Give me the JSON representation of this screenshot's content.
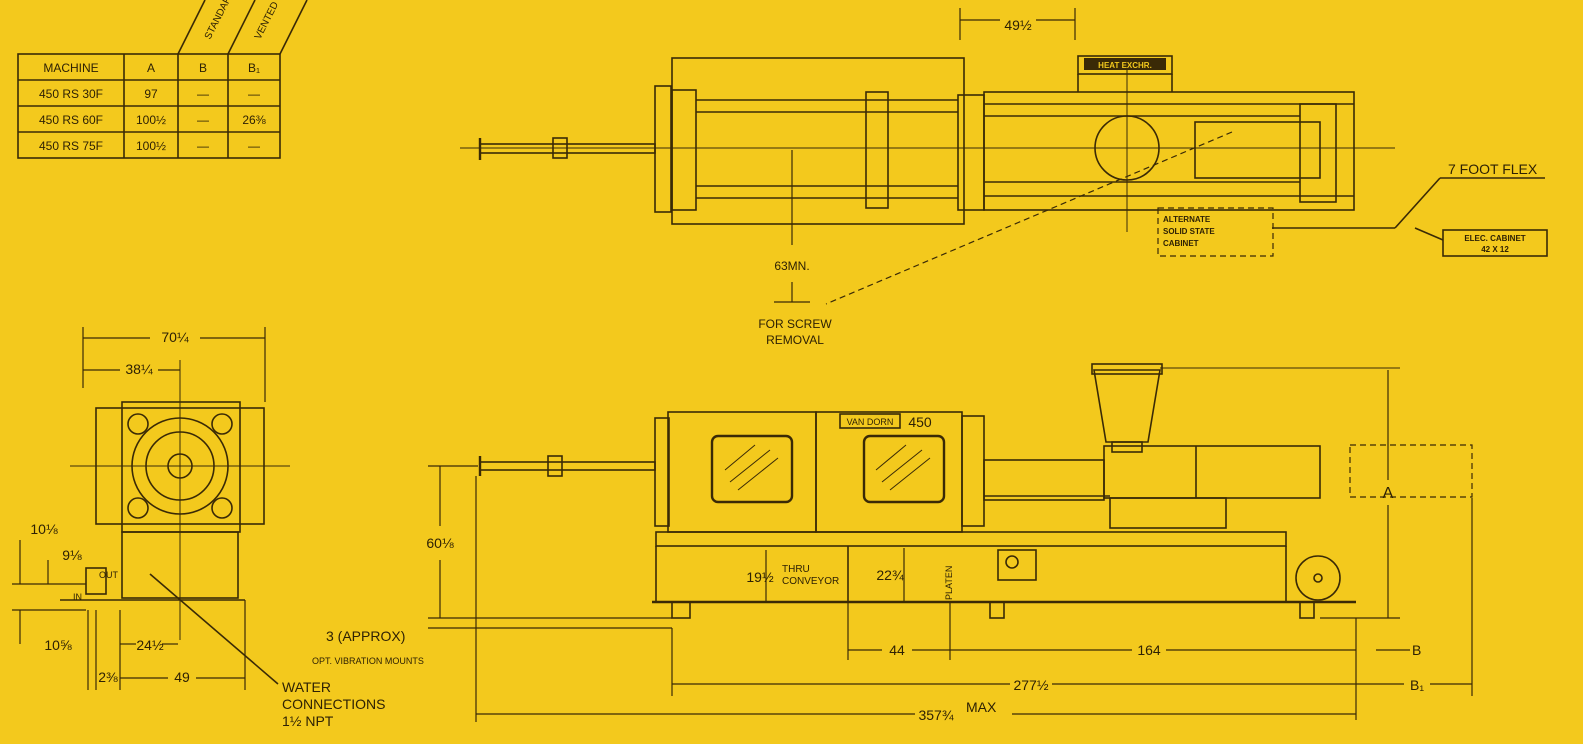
{
  "table": {
    "col_headers": [
      "MACHINE",
      "A",
      "B",
      "B₁"
    ],
    "diag_labels": [
      "STANDARD",
      "VENTED"
    ],
    "rows": [
      [
        "450 RS 30F",
        "97",
        "—",
        "—"
      ],
      [
        "450 RS 60F",
        "100½",
        "—",
        "26⅜"
      ],
      [
        "450 RS 75F",
        "100½",
        "—",
        "—"
      ]
    ]
  },
  "top_view": {
    "dim_49": "49½",
    "heat_exchanger": "HEAT EXCHR.",
    "flex": "7 FOOT FLEX",
    "elec_cabinet": "ELEC. CABINET",
    "elec_size": "42 X 12",
    "alt_cabinet": [
      "ALTERNATE",
      "SOLID STATE",
      "CABINET"
    ],
    "min_63": "63MN.",
    "screw_removal": [
      "FOR SCREW",
      "REMOVAL"
    ]
  },
  "end_view": {
    "dim_70": "70¼",
    "dim_38": "38¼",
    "dim_10a": "10⅛",
    "dim_9": "9⅛",
    "dim_10b": "10⅝",
    "dim_2": "2⅜",
    "dim_24": "24½",
    "dim_49": "49",
    "out": "OUT",
    "in": "IN",
    "water": [
      "WATER",
      "CONNECTIONS",
      "1½ NPT"
    ]
  },
  "side_view": {
    "brand": "VAN DORN",
    "model": "450",
    "dim_60": "60⅛",
    "dim_19": "19½",
    "thru": [
      "THRU",
      "CONVEYOR"
    ],
    "dim_22": "22¾",
    "platen": "PLATEN",
    "approx": "3 (APPROX)",
    "mounts": "OPT. VIBRATION MOUNTS",
    "dim_44": "44",
    "dim_164": "164",
    "dim_277": "277½",
    "dim_357": "357¾",
    "max": "MAX",
    "label_A": "A",
    "label_B": "B",
    "label_B1": "B₁"
  },
  "colors": {
    "paper": "#f3c91d",
    "ink": "#3a2a06"
  }
}
